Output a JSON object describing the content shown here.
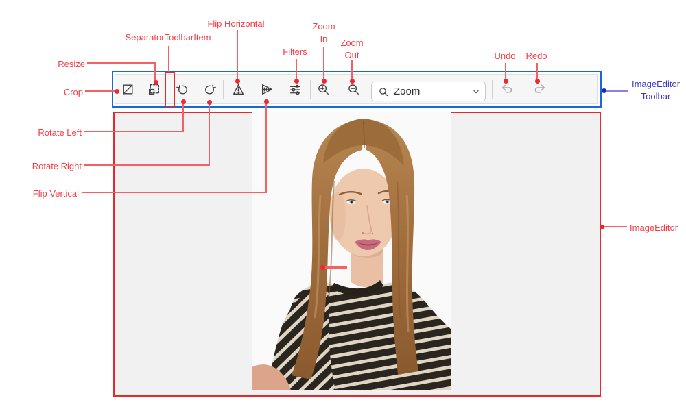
{
  "colors": {
    "annotation_red": "#fb3b46",
    "annotation_blue": "#3a3ad2",
    "toolbar_annotation_border": "#1569dd",
    "canvas_annotation_border": "#e8282c",
    "toolbar_background": "#f6f6f6",
    "icon_color": "#3f3f3f",
    "disabled_icon_color": "#ababab",
    "canvas_background": "#f1f1f1"
  },
  "annotations": {
    "labels": {
      "crop": "Crop",
      "resize": "Resize",
      "separator_item": "SeparatorToolbarItem",
      "flip_horizontal": "Flip Horizontal",
      "filters": "Filters",
      "zoom_in": "Zoom\nIn",
      "zoom_out": "Zoom\nOut",
      "undo": "Undo",
      "redo": "Redo",
      "rotate_left": "Rotate Left",
      "rotate_right": "Rotate Right",
      "flip_vertical": "Flip Vertical",
      "imageeditor_toolbar": "ImageEditor\nToolbar",
      "imageeditor": "ImageEditor"
    }
  },
  "toolbar": {
    "tools": [
      "crop",
      "resize",
      "separator",
      "rotate-left",
      "rotate-right",
      "separator",
      "flip-horizontal",
      "flip-vertical",
      "separator",
      "filters",
      "separator",
      "zoom-in",
      "zoom-out",
      "zoom-combobox",
      "separator",
      "undo",
      "redo"
    ],
    "disabled_tools": [
      "undo",
      "redo"
    ],
    "zoom_combobox": {
      "value": "Zoom",
      "icon": "search-icon",
      "button_icon": "chevron-down-icon"
    }
  },
  "canvas": {
    "photo_subject": "portrait of a woman with long auburn hair wearing a black and white striped top on a white background"
  }
}
